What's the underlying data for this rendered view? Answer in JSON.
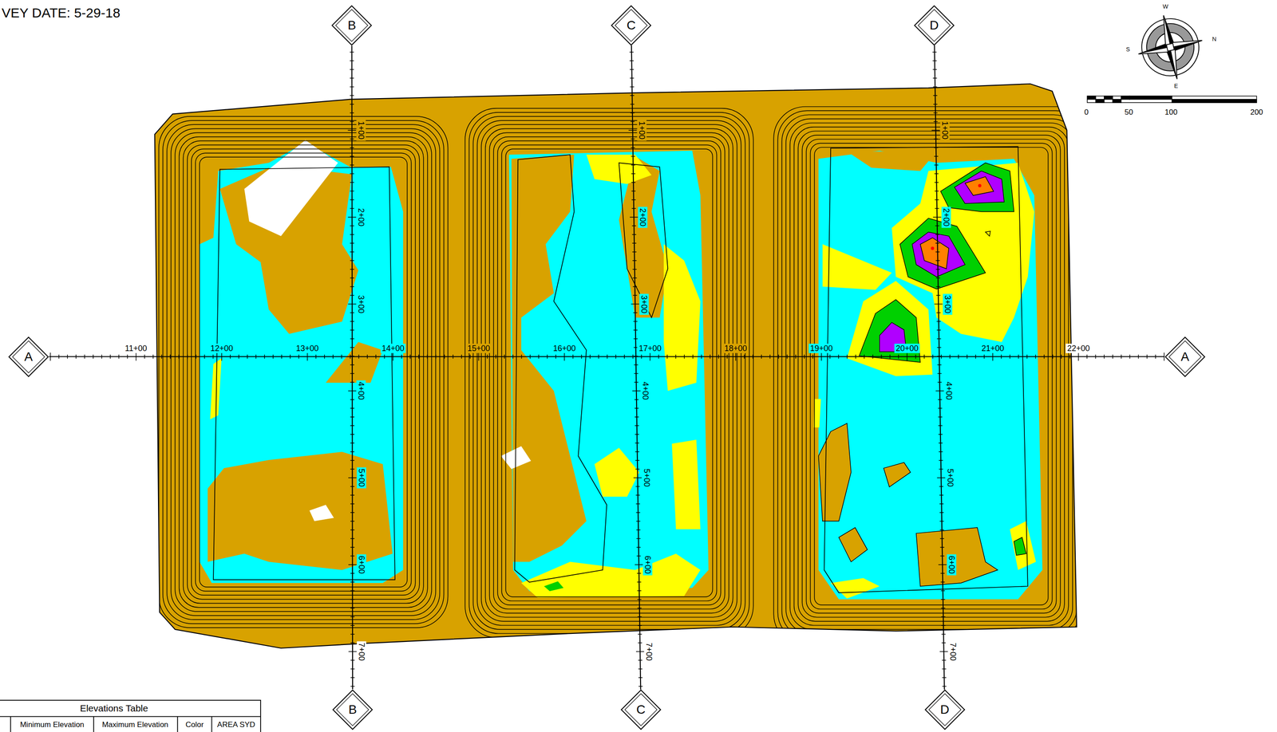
{
  "diagram": {
    "nodes": [
      {
        "text": [
          "B"
        ]
      },
      {
        "text": [
          "C"
        ]
      },
      {
        "text": [
          "D"
        ]
      },
      {
        "text": [
          "A"
        ]
      },
      {
        "text": [
          "A"
        ]
      },
      {
        "text": [
          "B"
        ]
      },
      {
        "text": [
          "C"
        ]
      },
      {
        "text": [
          "D"
        ]
      }
    ],
    "edges": [
      {
        "from": 0,
        "to": 5,
        "arrow": "none"
      },
      {
        "from": 1,
        "to": 6,
        "arrow": "none"
      },
      {
        "from": 2,
        "to": 7,
        "arrow": "none"
      },
      {
        "from": 3,
        "to": 4,
        "arrow": "none"
      }
    ],
    "labels": [
      "VEY DATE: 5-29-18",
      "11+00",
      "12+00",
      "13+00",
      "14+00",
      "15+00",
      "16+00",
      "17+00",
      "18+00",
      "19+00",
      "20+00",
      "21+00",
      "22+00",
      "1+00",
      "2+00",
      "3+00",
      "4+00",
      "5+00",
      "6+00",
      "7+00",
      "1+00",
      "2+00",
      "3+00",
      "4+00",
      "5+00",
      "6+00",
      "7+00",
      "1+00",
      "2+00",
      "3+00",
      "4+00",
      "5+00",
      "6+00",
      "7+00",
      "W",
      "N",
      "S",
      "E",
      "0",
      "50",
      "100",
      "200",
      "Elevations Table",
      "Minimum Elevation",
      "Maximum Elevation",
      "Color",
      "AREA SYD"
    ]
  }
}
